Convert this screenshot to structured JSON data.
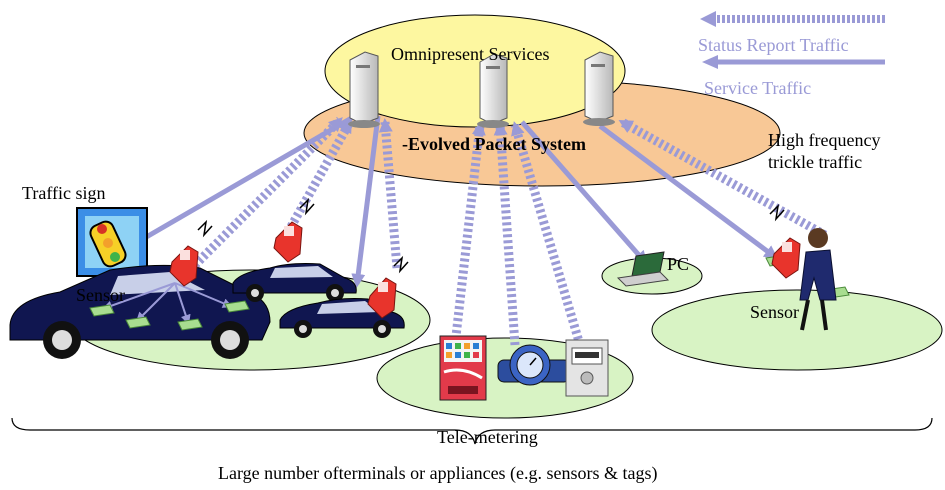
{
  "labels": {
    "omnipresent_services": "Omnipresent Services",
    "evolved_packet_system": "-Evolved Packet System",
    "status_report_traffic": "Status Report Traffic",
    "service_traffic": "Service Traffic",
    "high_frequency_line1": "High frequency",
    "high_frequency_line2": "trickle traffic",
    "traffic_sign": "Traffic sign",
    "sensor_left": "Sensor",
    "sensor_right": "Sensor",
    "pc": "PC",
    "tele_metering": "Tele-metering",
    "caption": "Large number ofterminals or appliances (e.g. sensors & tags)"
  },
  "colors": {
    "services_ellipse": "#fdf7a0",
    "eps_ellipse": "#f8c896",
    "area_ellipse": "#d8f3c4",
    "arrow": "#9a9ad6",
    "legend_text": "#9a9ad6",
    "car": "#101650",
    "phone": "#e8342c",
    "server": "#e8e8e8"
  },
  "icons": [
    "server-icon",
    "car-icon",
    "mobile-phone-icon",
    "traffic-light-icon",
    "laptop-icon",
    "vending-machine-icon",
    "water-meter-icon",
    "gas-meter-icon",
    "person-icon",
    "sensor-tag-icon"
  ]
}
